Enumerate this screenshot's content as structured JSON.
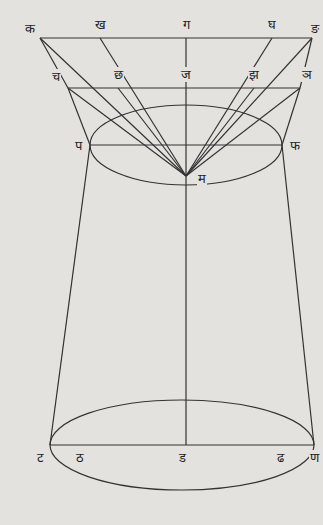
{
  "diagram": {
    "labels": [
      "क",
      "ख",
      "ग",
      "घ",
      "ङ",
      "च",
      "छ",
      "ज",
      "झ",
      "ञ",
      "प",
      "फ",
      "म",
      "ट",
      "ठ",
      "ड",
      "ढ",
      "ण"
    ]
  }
}
